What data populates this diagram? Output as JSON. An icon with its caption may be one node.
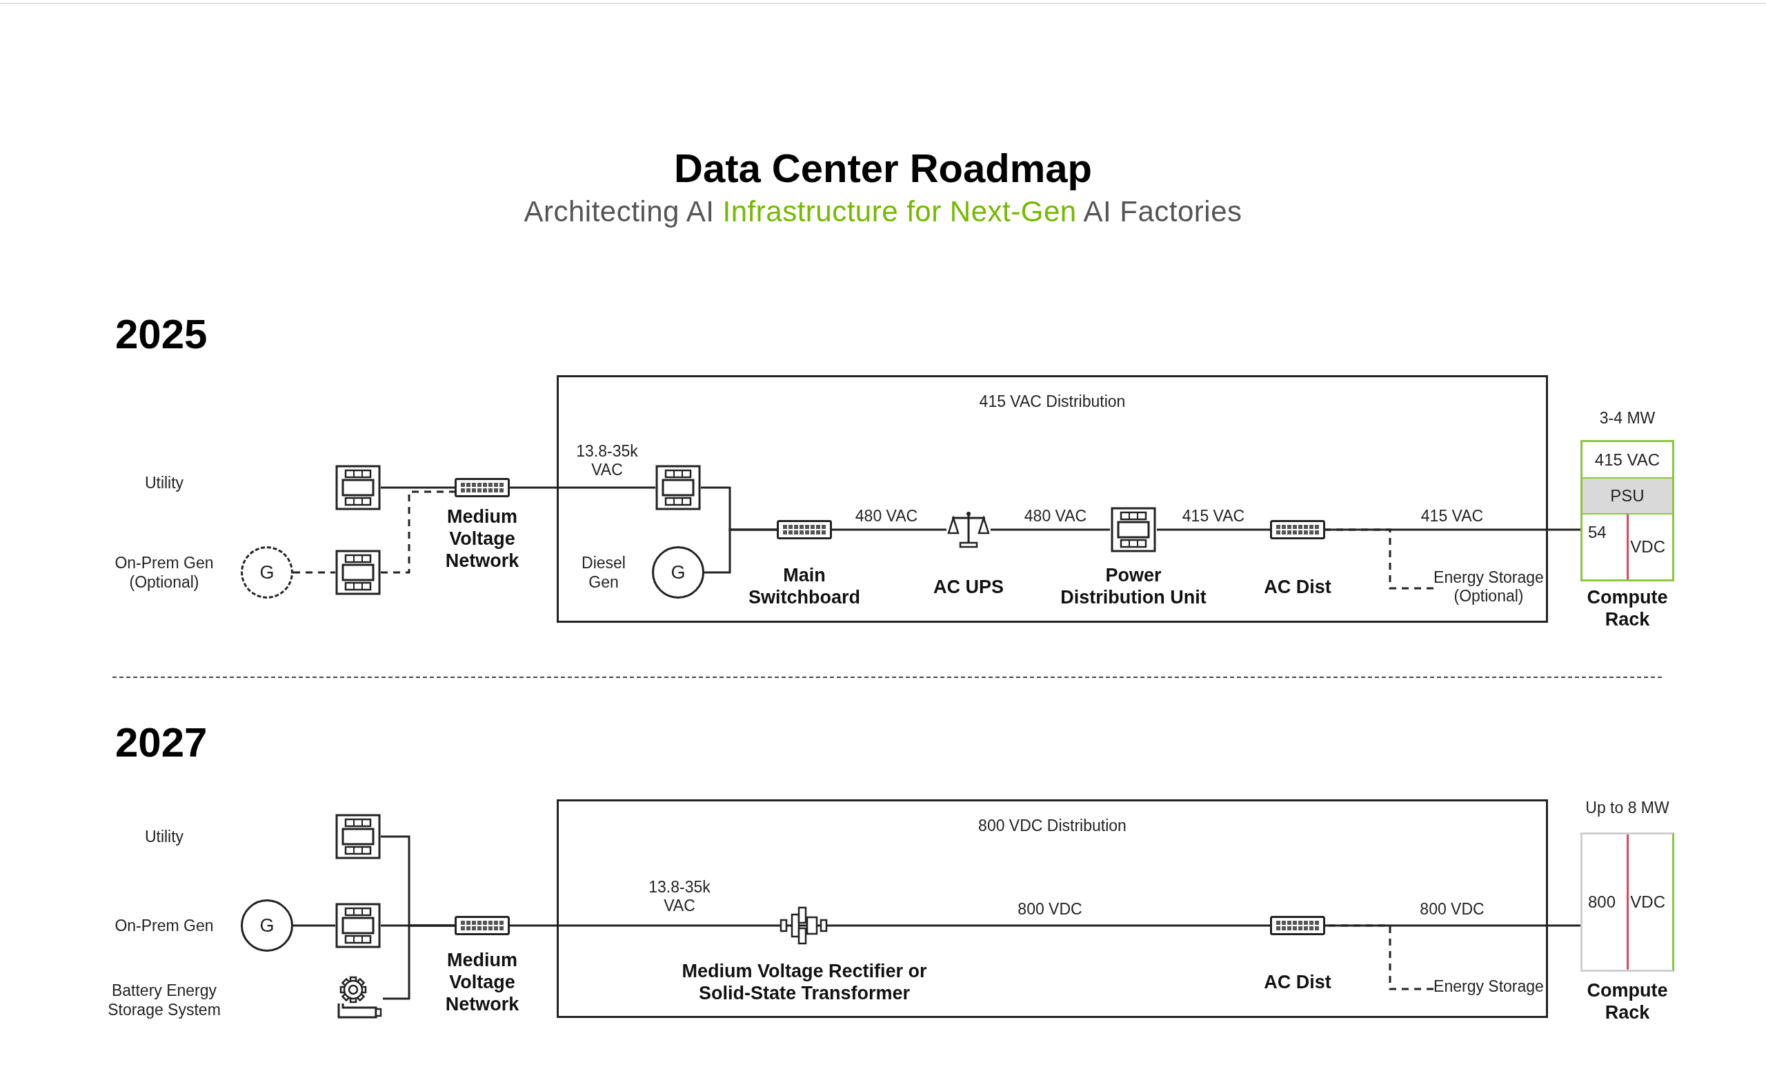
{
  "diagram": {
    "title": "Data Center Roadmap",
    "caption": "Architecting AI **Infrastructure for Next-Gen** AI Factories",
    "nodes": [
      {
        "text": [
          "415 VAC Distribution"
        ]
      },
      {
        "text": [],
        "shape": "picture"
      },
      {
        "text": [
          "G"
        ],
        "beside": [
          "On-Prem Gen (Optional)"
        ]
      },
      {
        "text": [],
        "shape": "picture"
      },
      {
        "text": [
          "Medium Voltage Network"
        ]
      },
      {
        "text": [],
        "shape": "picture",
        "in": 0
      },
      {
        "text": [
          "G"
        ],
        "in": 0,
        "beside": [
          "Diesel Gen"
        ]
      },
      {
        "text": [
          "Main Switchboard"
        ],
        "in": 0
      },
      {
        "text": [
          "AC UPS"
        ],
        "in": 0
      },
      {
        "text": [
          "Power Distribution Unit"
        ],
        "in": 0
      },
      {
        "text": [
          "AC Dist"
        ],
        "in": 0
      },
      {
        "text": [
          "Energy Storage (Optional)"
        ],
        "in": 0
      },
      {
        "text": [
          "Compute Rack"
        ],
        "beside": [
          "3-4 MW"
        ]
      },
      {
        "text": [
          "415 VAC"
        ],
        "in": 12
      },
      {
        "text": [
          "PSU"
        ],
        "in": 12
      },
      {
        "text": [
          "54",
          "VDC"
        ],
        "in": 12
      },
      {
        "text": [
          "800 VDC Distribution"
        ]
      },
      {
        "text": [],
        "shape": "picture"
      },
      {
        "text": [
          "G"
        ],
        "beside": [
          "On-Prem Gen"
        ]
      },
      {
        "text": [],
        "shape": "picture"
      },
      {
        "text": [],
        "shape": "picture"
      },
      {
        "text": [
          "Medium Voltage Network"
        ]
      },
      {
        "text": [
          "Medium Voltage Rectifier or Solid-State Transformer"
        ],
        "in": 16
      },
      {
        "text": [
          "AC Dist"
        ],
        "in": 16
      },
      {
        "text": [
          "Energy Storage"
        ],
        "in": 16
      },
      {
        "text": [
          "Compute Rack"
        ],
        "beside": [
          "Up to 8 MW"
        ]
      },
      {
        "text": [
          "800",
          "VDC"
        ],
        "in": 25
      }
    ],
    "edges": [
      {
        "from": 1,
        "to": 4,
        "arrow": "none"
      },
      {
        "from": 2,
        "to": 3,
        "arrow": "none",
        "style": "dashed"
      },
      {
        "from": 3,
        "to": 4,
        "arrow": "none",
        "style": "dashed"
      },
      {
        "from": 4,
        "to": 5,
        "arrow": "none",
        "label": "13.8-35k VAC"
      },
      {
        "from": 5,
        "to": 7,
        "arrow": "none"
      },
      {
        "from": 6,
        "to": 7,
        "arrow": "none"
      },
      {
        "from": 7,
        "to": 8,
        "arrow": "none",
        "label": "480 VAC"
      },
      {
        "from": 8,
        "to": 9,
        "arrow": "none",
        "label": "480 VAC"
      },
      {
        "from": 9,
        "to": 10,
        "arrow": "none",
        "label": "415 VAC"
      },
      {
        "from": 10,
        "to": 12,
        "arrow": "none",
        "label": "415 VAC"
      },
      {
        "from": 11,
        "to": 10,
        "arrow": "none",
        "style": "dashed"
      },
      {
        "from": 17,
        "to": 21,
        "arrow": "none"
      },
      {
        "from": 18,
        "to": 19,
        "arrow": "none"
      },
      {
        "from": 19,
        "to": 21,
        "arrow": "none"
      },
      {
        "from": 20,
        "to": 21,
        "arrow": "none"
      },
      {
        "from": 21,
        "to": 22,
        "arrow": "none",
        "label": "13.8-35k VAC"
      },
      {
        "from": 22,
        "to": 23,
        "arrow": "none",
        "label": "800 VDC"
      },
      {
        "from": 23,
        "to": 25,
        "arrow": "none",
        "label": "800 VDC"
      },
      {
        "from": 24,
        "to": 23,
        "arrow": "none",
        "style": "dashed"
      }
    ],
    "labels": [
      "2025",
      "Utility",
      "2027",
      "Utility",
      "Battery Energy Storage System"
    ]
  }
}
